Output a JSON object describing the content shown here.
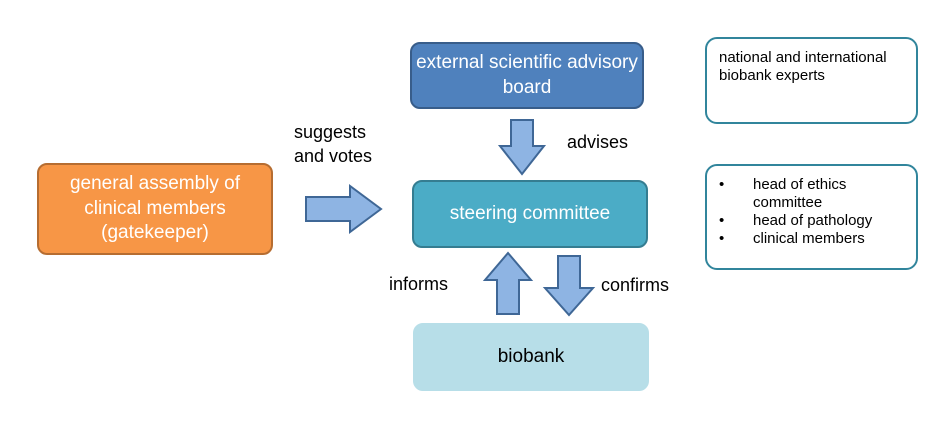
{
  "nodes": {
    "external_board": "external scientific advisory board",
    "steering_committee": "steering committee",
    "general_assembly": "general assembly of clinical members (gatekeeper)",
    "biobank": "biobank"
  },
  "edges": {
    "suggests_votes": "suggests and votes",
    "advises": "advises",
    "informs": "informs",
    "confirms": "confirms"
  },
  "notes": {
    "experts": "national and international biobank experts",
    "members": [
      "head of ethics committee",
      "head of pathology",
      "clinical members"
    ]
  },
  "colors": {
    "external_board": "#4f81bd",
    "steering_committee": "#4bacc6",
    "general_assembly": "#f79646",
    "biobank": "#b7dee8",
    "arrow_fill": "#8eb4e3",
    "arrow_stroke": "#3f6796",
    "note_border": "#31859c"
  }
}
